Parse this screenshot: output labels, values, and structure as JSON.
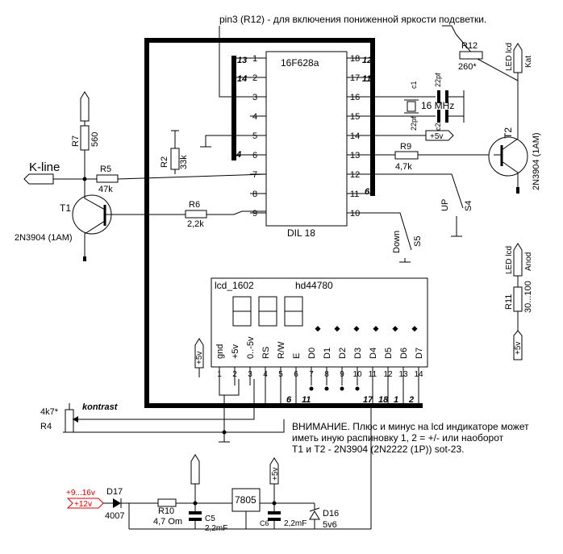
{
  "notes": {
    "top": "pin3 (R12) - для включения пониженной яркости подсветки.",
    "warning_1": "ВНИМАНИЕ. Плюс и минус на lcd индикаторе может",
    "warning_2": "иметь иную распиновку 1, 2 = +/- или наоборот",
    "warning_3": "T1 и T2 - 2N3904  (2N2222 (1P)) sot-23."
  },
  "mcu": {
    "name": "16F628a",
    "package": "DIL 18",
    "left_pins": [
      "1",
      "2",
      "3",
      "4",
      "5",
      "6",
      "7",
      "8",
      "9"
    ],
    "right_pins": [
      "18",
      "17",
      "16",
      "15",
      "14",
      "13",
      "12",
      "11",
      "10"
    ],
    "left_bus_labels": {
      "p1": "13",
      "p2": "14",
      "p6": "4"
    },
    "right_bus_labels": {
      "p18": "12",
      "p17": "11",
      "p11": "6"
    }
  },
  "components": {
    "r12": {
      "name": "R12",
      "value": "260*"
    },
    "r9": {
      "name": "R9",
      "value": "4,7k"
    },
    "r7": {
      "name": "R7",
      "value": "560"
    },
    "r5": {
      "name": "R5",
      "value": "47k"
    },
    "r2": {
      "name": "R2",
      "value": "33k"
    },
    "r6": {
      "name": "R6",
      "value": "2,2k"
    },
    "r4": {
      "name": "R4",
      "value": "4k7*",
      "label": "kontrast"
    },
    "r10": {
      "name": "R10",
      "value": "4,7 Om"
    },
    "r11": {
      "name": "R11",
      "value": "30...100"
    },
    "c1": {
      "name": "c1",
      "value": "22pf"
    },
    "c2": {
      "name": "c2",
      "value": "22pf"
    },
    "c5": {
      "name": "C5",
      "value": "2,2mF"
    },
    "c6": {
      "name": "C6",
      "value": "2,2mF"
    },
    "crystal": {
      "value": "16 MHz"
    },
    "t1": {
      "name": "T1",
      "part": "2N3904 (1AM)"
    },
    "t2": {
      "name": "T2",
      "part": "2N3904 (1AM)"
    },
    "d16": {
      "name": "D16",
      "value": "5v6"
    },
    "d17": {
      "name": "D17",
      "value": "4007"
    },
    "reg": {
      "name": "7805"
    },
    "s4": {
      "name": "S4",
      "label": "UP"
    },
    "s5": {
      "name": "S5",
      "label": "Down"
    }
  },
  "supplies": {
    "plus12": "+12v",
    "plus5": "+5v",
    "input_range": "+9...16v",
    "input_label": "+12v",
    "kline": "K-line"
  },
  "led": {
    "kat_1": "LED lcd",
    "kat_2": "Kat",
    "anod_1": "LED lcd",
    "anod_2": "Anod"
  },
  "lcd": {
    "title": "lcd_1602",
    "controller": "hd44780",
    "pin_names": [
      "gnd",
      "+5v",
      "0..-5v",
      "RS",
      "R/W",
      "E",
      "D0",
      "D1",
      "D2",
      "D3",
      "D4",
      "D5",
      "D6",
      "D7"
    ],
    "pin_numbers": [
      "1",
      "2",
      "3",
      "4",
      "5",
      "6",
      "7",
      "8",
      "9",
      "10",
      "11",
      "12",
      "13",
      "14"
    ],
    "bus_labels": [
      "6",
      "11",
      "17",
      "18",
      "1",
      "2"
    ]
  }
}
